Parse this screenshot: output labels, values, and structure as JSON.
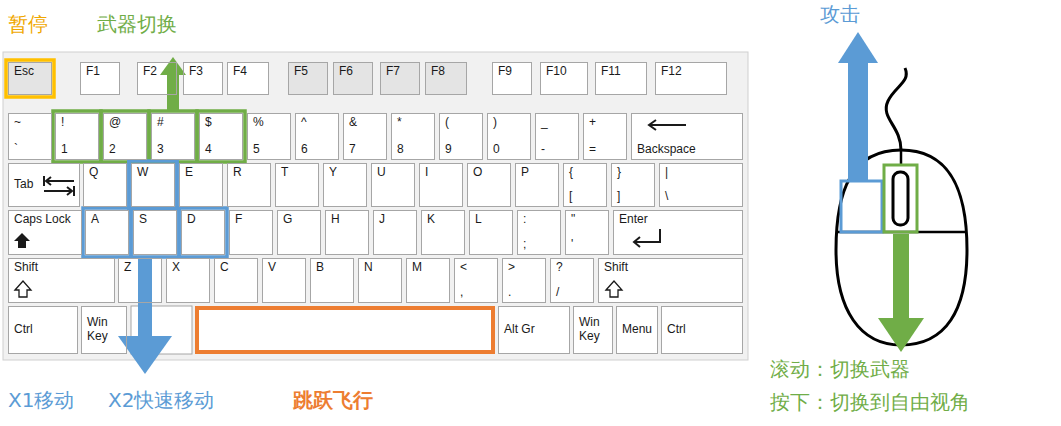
{
  "diagram": {
    "nodes": [
      {
        "text": [
          "Esc"
        ]
      },
      {
        "text": [
          "F1"
        ]
      },
      {
        "text": [
          "F2"
        ]
      },
      {
        "text": [
          "F3"
        ]
      },
      {
        "text": [
          "F4"
        ]
      },
      {
        "text": [
          "F5"
        ]
      },
      {
        "text": [
          "F6"
        ]
      },
      {
        "text": [
          "F7"
        ]
      },
      {
        "text": [
          "F8"
        ]
      },
      {
        "text": [
          "F9"
        ]
      },
      {
        "text": [
          "F10"
        ]
      },
      {
        "text": [
          "F11"
        ]
      },
      {
        "text": [
          "F12"
        ]
      },
      {
        "text": [
          "~",
          "`"
        ]
      },
      {
        "text": [
          "!",
          "1"
        ]
      },
      {
        "text": [
          "@",
          "2"
        ]
      },
      {
        "text": [
          "#",
          "3"
        ]
      },
      {
        "text": [
          "$",
          "4"
        ]
      },
      {
        "text": [
          "%",
          "5"
        ]
      },
      {
        "text": [
          "^",
          "6"
        ]
      },
      {
        "text": [
          "&",
          "7"
        ]
      },
      {
        "text": [
          "*",
          "8"
        ]
      },
      {
        "text": [
          "(",
          "9"
        ]
      },
      {
        "text": [
          ")",
          "0"
        ]
      },
      {
        "text": [
          "_",
          "-"
        ]
      },
      {
        "text": [
          "+",
          "="
        ]
      },
      {
        "text": [
          "Backspace"
        ]
      },
      {
        "text": [
          "Tab"
        ]
      },
      {
        "text": [
          "Q"
        ]
      },
      {
        "text": [
          "W"
        ]
      },
      {
        "text": [
          "E"
        ]
      },
      {
        "text": [
          "R"
        ]
      },
      {
        "text": [
          "T"
        ]
      },
      {
        "text": [
          "Y"
        ]
      },
      {
        "text": [
          "U"
        ]
      },
      {
        "text": [
          "I"
        ]
      },
      {
        "text": [
          "O"
        ]
      },
      {
        "text": [
          "P"
        ]
      },
      {
        "text": [
          "{",
          "["
        ]
      },
      {
        "text": [
          "}",
          "]"
        ]
      },
      {
        "text": [
          "|",
          "\\"
        ]
      },
      {
        "text": [
          "Caps Lock"
        ]
      },
      {
        "text": [
          "A"
        ]
      },
      {
        "text": [
          "S"
        ]
      },
      {
        "text": [
          "D"
        ]
      },
      {
        "text": [
          "F"
        ]
      },
      {
        "text": [
          "G"
        ]
      },
      {
        "text": [
          "H"
        ]
      },
      {
        "text": [
          "J"
        ]
      },
      {
        "text": [
          "K"
        ]
      },
      {
        "text": [
          "L"
        ]
      },
      {
        "text": [
          ":",
          ";"
        ]
      },
      {
        "text": [
          "\"",
          "'"
        ]
      },
      {
        "text": [
          "Enter"
        ]
      },
      {
        "text": [
          "Shift"
        ]
      },
      {
        "text": [
          "Z"
        ]
      },
      {
        "text": [
          "X"
        ]
      },
      {
        "text": [
          "C"
        ]
      },
      {
        "text": [
          "V"
        ]
      },
      {
        "text": [
          "B"
        ]
      },
      {
        "text": [
          "N"
        ]
      },
      {
        "text": [
          "M"
        ]
      },
      {
        "text": [
          "<",
          ","
        ]
      },
      {
        "text": [
          ">",
          "."
        ]
      },
      {
        "text": [
          "?",
          "/"
        ]
      },
      {
        "text": [
          "Shift"
        ]
      },
      {
        "text": [
          "Ctrl"
        ]
      },
      {
        "text": [
          "Win Key"
        ]
      },
      {
        "text": [
          "Alt Gr"
        ]
      },
      {
        "text": [
          "Win Key"
        ]
      },
      {
        "text": [
          "Menu"
        ]
      },
      {
        "text": [
          "Ctrl"
        ]
      }
    ],
    "labels": [
      "暂停",
      "武器切换",
      "攻击",
      "X1移动",
      "X2快速移动",
      "跳跃飞行",
      "滚动：切换武器",
      "按下：切换到自由视角"
    ]
  }
}
